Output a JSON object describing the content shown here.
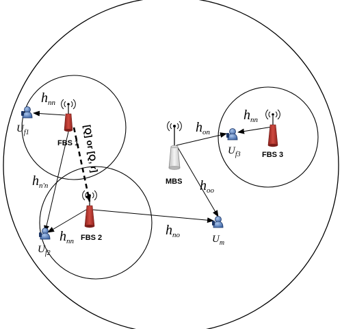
{
  "stations": {
    "mbs": "MBS",
    "fbs1": "FBS 1",
    "fbs2": "FBS 2",
    "fbs3": "FBS 3"
  },
  "users": {
    "uf1": {
      "main": "U",
      "sub": "f1"
    },
    "uf2": {
      "main": "U",
      "sub": "f2"
    },
    "uf3": {
      "main": "U",
      "sub": "f3"
    },
    "um": {
      "main": "U",
      "sub": "m"
    }
  },
  "channels": {
    "fbs1_uf1": {
      "main": "h",
      "sub": "nn"
    },
    "fbs1_uf2": {
      "main": "h",
      "sub": "n'n"
    },
    "fbs2_uf2": {
      "main": "h",
      "sub": "nn"
    },
    "fbs2_um": {
      "main": "h",
      "sub": "no"
    },
    "mbs_uf3": {
      "main": "h",
      "sub": "on"
    },
    "mbs_um": {
      "main": "h",
      "sub": "oo"
    },
    "fbs3_uf3": {
      "main": "h",
      "sub": "nn"
    }
  },
  "backhaul_label": "[Q] or [Q, r]",
  "colors": {
    "femto_tower": "#b5322c",
    "macro_tower": "#e3e3e3",
    "user_fill": "#5d86c2",
    "user_outline": "#1e3766",
    "line": "#000000"
  }
}
